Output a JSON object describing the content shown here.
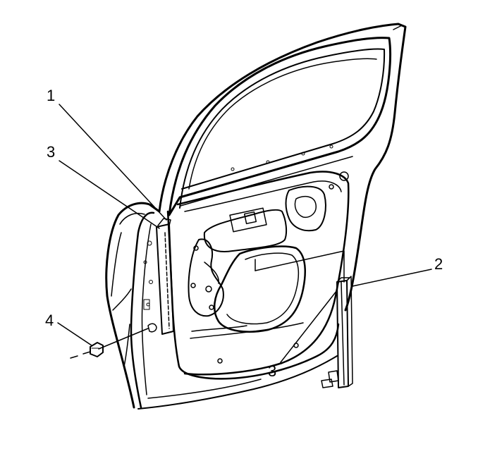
{
  "diagram": {
    "callouts": [
      {
        "id": "c1",
        "label": "1"
      },
      {
        "id": "c3a",
        "label": "3"
      },
      {
        "id": "c4",
        "label": "4"
      },
      {
        "id": "c2",
        "label": "2"
      },
      {
        "id": "c3b",
        "label": "3"
      }
    ],
    "colors": {
      "line": "#000000",
      "background": "#ffffff"
    }
  }
}
